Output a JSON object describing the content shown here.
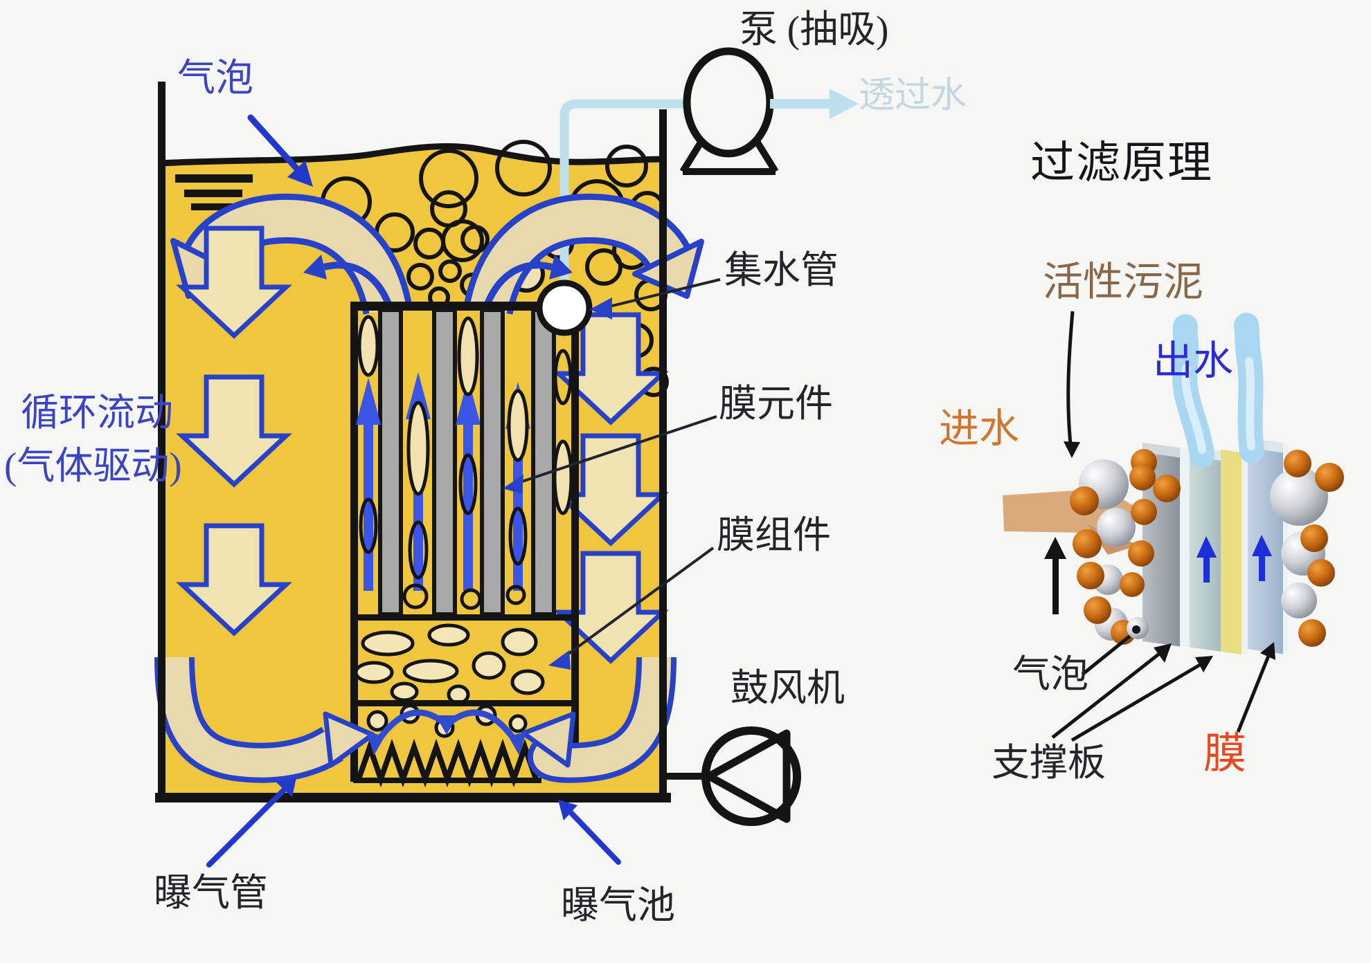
{
  "left_diagram": {
    "labels": {
      "bubbles": "气泡",
      "pump": "泵 (抽吸)",
      "permeate_water": "透过水",
      "collector_pipe": "集水管",
      "membrane_element": "膜元件",
      "membrane_module": "膜组件",
      "circulation_flow_line1": "循环流动",
      "circulation_flow_line2": "(气体驱动)",
      "blower": "鼓风机",
      "aeration_pipe": "曝气管",
      "aeration_tank": "曝气池"
    }
  },
  "right_diagram": {
    "title": "过滤原理",
    "labels": {
      "activated_sludge": "活性污泥",
      "outflow": "出水",
      "inflow": "进水",
      "bubble": "气泡",
      "support_plate": "支撑板",
      "membrane": "膜"
    }
  },
  "colors": {
    "tank_liquid": "#efc63e",
    "flow_arrow_fill": "#f0e3b2",
    "flow_arrow_outline": "#2742c8",
    "riser_arrow_blue": "#3a55e6",
    "pipe_light_blue": "#bee0ee",
    "permeate_text": "#c2d7e2",
    "label_blue": "#3a44c4",
    "inflow_orange": "#d2752e",
    "sludge_brown": "#8a6648",
    "membrane_red": "#e64a1e",
    "outflow_blue": "#2b2bd5",
    "support_plate_yellow": "#eade82"
  }
}
